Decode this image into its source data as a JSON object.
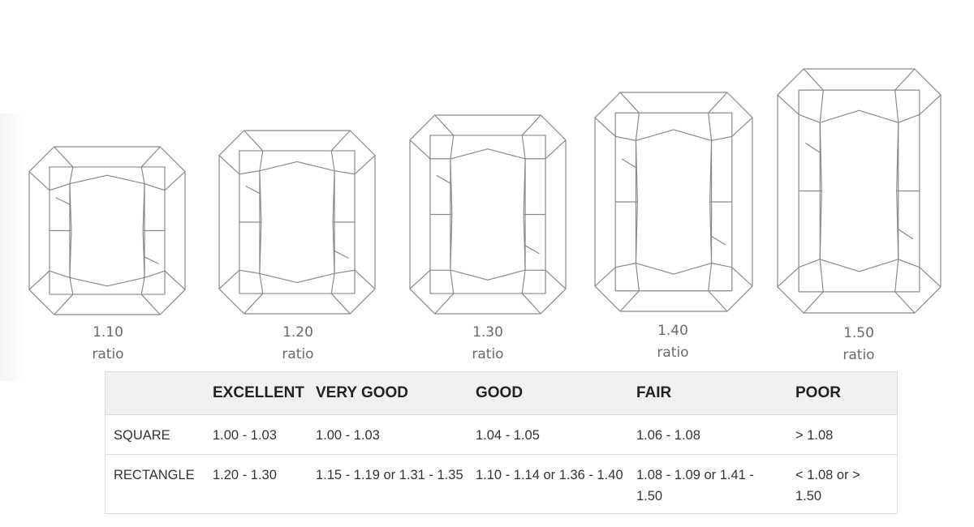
{
  "shapes": [
    {
      "ratio": "1.10",
      "label": "ratio"
    },
    {
      "ratio": "1.20",
      "label": "ratio"
    },
    {
      "ratio": "1.30",
      "label": "ratio"
    },
    {
      "ratio": "1.40",
      "label": "ratio"
    },
    {
      "ratio": "1.50",
      "label": "ratio"
    }
  ],
  "table": {
    "headers": [
      "",
      "EXCELLENT",
      "VERY GOOD",
      "GOOD",
      "FAIR",
      "POOR"
    ],
    "rows": [
      {
        "label": "SQUARE",
        "cells": [
          "1.00 - 1.03",
          "1.00 - 1.03",
          "1.04 - 1.05",
          "1.06 - 1.08",
          "> 1.08"
        ]
      },
      {
        "label": "RECTANGLE",
        "cells": [
          "1.20 - 1.30",
          "1.15 - 1.19 or 1.31 - 1.35",
          "1.10 - 1.14 or 1.36 - 1.40",
          "1.08 - 1.09 or 1.41 - 1.50",
          "< 1.08 or > 1.50"
        ]
      }
    ]
  },
  "colors": {
    "outline": "#8a8a8a",
    "header_bg": "#f1f1f1",
    "border": "#dcdcdc"
  }
}
